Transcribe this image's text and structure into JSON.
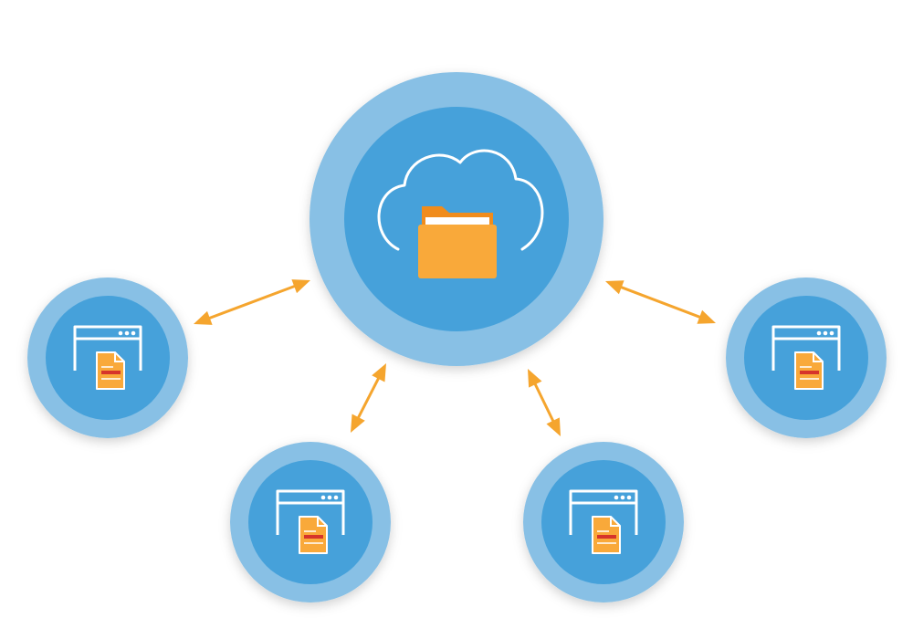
{
  "colors": {
    "background": "#ffffff",
    "outer_ring": "#88c0e5",
    "inner_disc": "#46a1da",
    "connector": "#f5a52e",
    "icon_stroke": "#ffffff",
    "folder_back": "#f08c1c",
    "folder_front": "#f9a93a",
    "folder_paper": "#ffffff",
    "document_fill": "#f9a93a",
    "document_bar": "#d6342b"
  },
  "hub": {
    "icon": "cloud-folder-icon"
  },
  "clients": [
    {
      "icon": "browser-window-document-icon"
    },
    {
      "icon": "browser-window-document-icon"
    },
    {
      "icon": "browser-window-document-icon"
    },
    {
      "icon": "browser-window-document-icon"
    }
  ],
  "connections": [
    {
      "from": "hub",
      "to": "client-1",
      "direction": "bidirectional"
    },
    {
      "from": "hub",
      "to": "client-2",
      "direction": "bidirectional"
    },
    {
      "from": "hub",
      "to": "client-3",
      "direction": "bidirectional"
    },
    {
      "from": "hub",
      "to": "client-4",
      "direction": "bidirectional"
    }
  ]
}
